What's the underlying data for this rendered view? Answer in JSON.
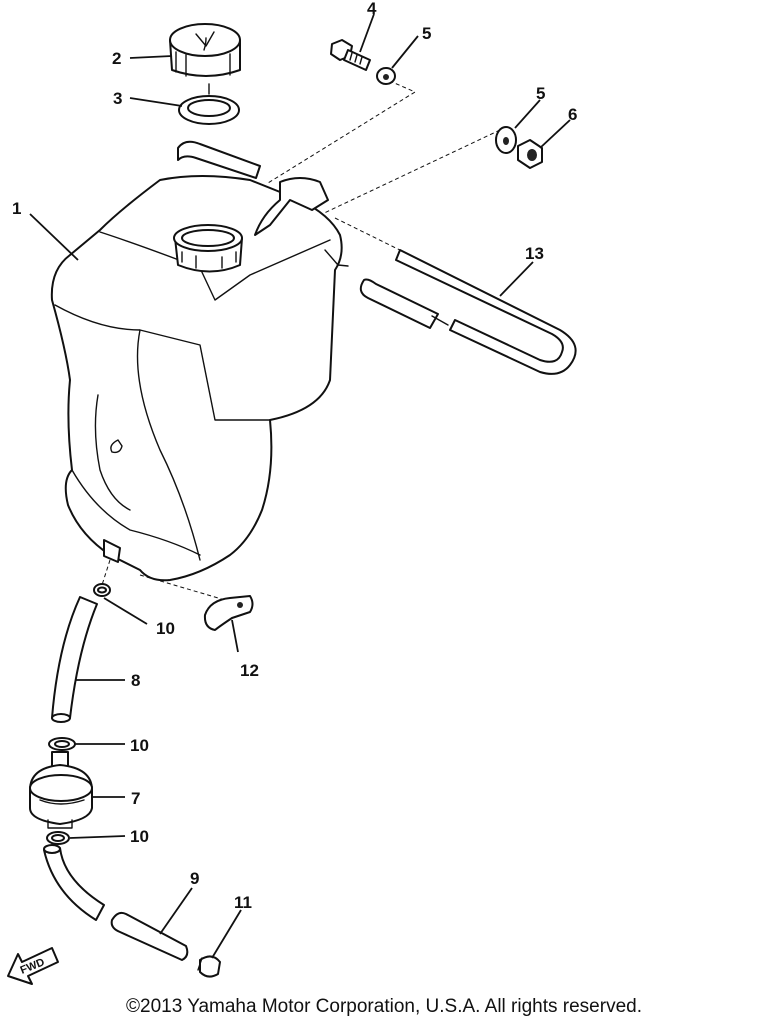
{
  "callouts": {
    "c1": "1",
    "c2": "2",
    "c3": "3",
    "c4": "4",
    "c5a": "5",
    "c5b": "5",
    "c6": "6",
    "c7": "7",
    "c8": "8",
    "c9": "9",
    "c10a": "10",
    "c10b": "10",
    "c10c": "10",
    "c11": "11",
    "c12": "12",
    "c13": "13"
  },
  "fwd_label": "FWD",
  "copyright": "©2013 Yamaha Motor Corporation, U.S.A. All rights reserved."
}
